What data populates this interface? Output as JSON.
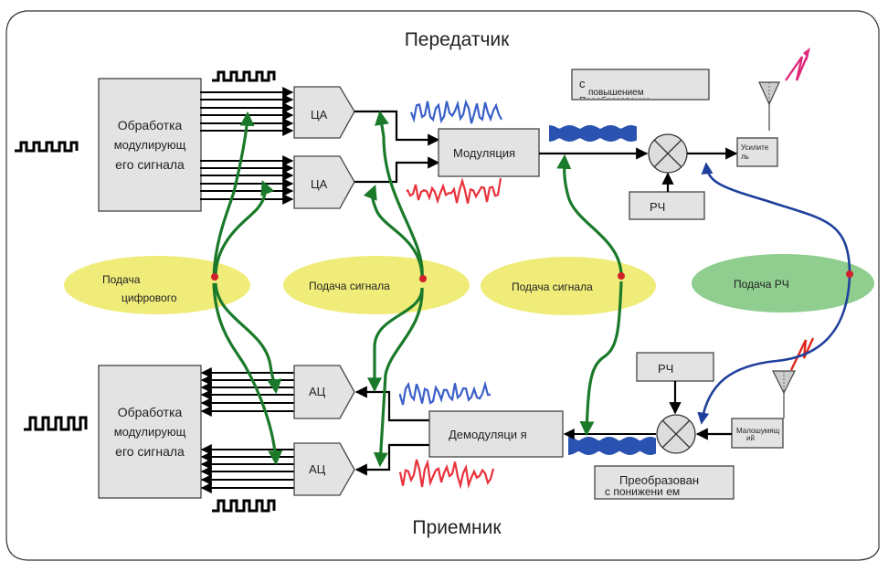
{
  "title_top": "Передатчик",
  "title_bottom": "Приемник",
  "transmitter": {
    "processing_block": [
      "Обработка",
      "модулирующ",
      "его  сигнала"
    ],
    "dac_labels": [
      "ЦА",
      "ЦА"
    ],
    "modulation": "Модуляция",
    "upconversion": [
      "с",
      "повышением",
      "Преобразование"
    ],
    "rf": "РЧ",
    "amplifier": [
      "Усилите",
      "ль"
    ]
  },
  "receiver": {
    "processing_block": [
      "Обработка",
      "модулирующ",
      "его  сигнала"
    ],
    "adc_labels": [
      "АЦ",
      "АЦ"
    ],
    "demodulation": "Демодуляци я",
    "downconversion": [
      "Преобразован",
      "с  понижени ем"
    ],
    "rf": "РЧ",
    "lna": [
      "Малошумящ",
      "ий"
    ]
  },
  "ellipses": [
    {
      "lines": [
        "Подача",
        "цифрового"
      ],
      "color": "#f0ec7a"
    },
    {
      "lines": [
        "Подача  сигнала"
      ],
      "color": "#f0ec7a"
    },
    {
      "lines": [
        "Подача  сигнала"
      ],
      "color": "#f0ec7a"
    },
    {
      "lines": [
        "Подача  РЧ"
      ],
      "color": "#8fce8f"
    }
  ],
  "colors": {
    "green_probe": "#1a7a2a",
    "blue_probe": "#1f3f9c",
    "i_wave": "#3a5fc8",
    "q_wave": "#e8323c",
    "modulated_wave": "#2a52b0",
    "tx_signal": "#e0287a",
    "rx_signal": "#e0281e",
    "probe_dot": "#d0202a"
  }
}
